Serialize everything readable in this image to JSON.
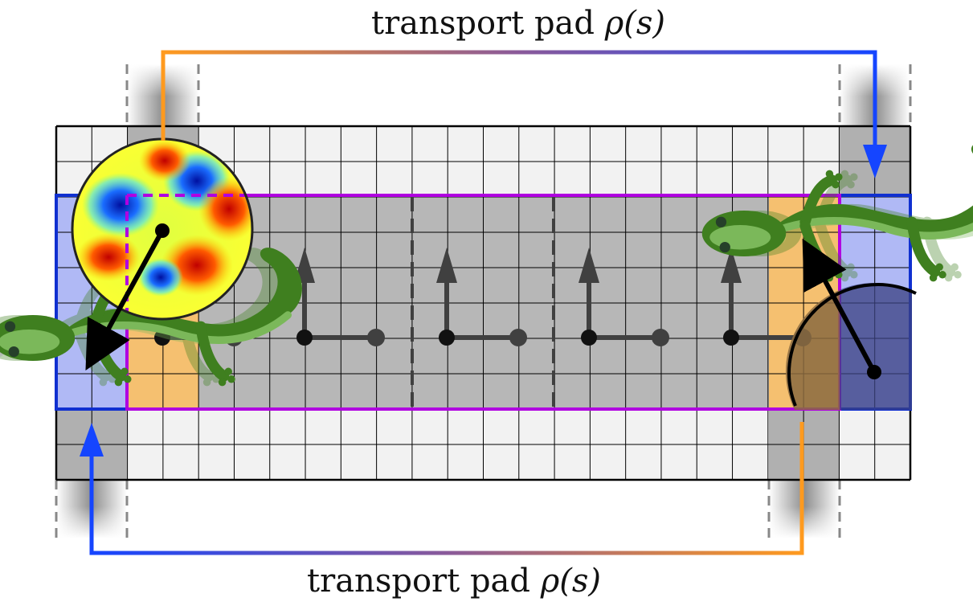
{
  "labels": {
    "top_caption_text": "transport pad ",
    "top_caption_sym": "ρ(s)",
    "bottom_caption_text": "transport pad ",
    "bottom_caption_sym": "ρ(s)"
  },
  "grid": {
    "columns": 24,
    "rows": 10
  },
  "colors": {
    "grid_fill": "#f2f2f2",
    "grid_line": "#000000",
    "domain_fill": "#b7b7b7",
    "domain_border": "#b000e0",
    "halo_fill": "#f5c070",
    "pad_fill": "#a9b3f5",
    "pad_border": "#1030d0",
    "arrow_orange": "#ff9a1e",
    "arrow_blue": "#1545ff",
    "vector_gray": "#404040",
    "gecko_green": "#3f7f1f",
    "gecko_green_light": "#7bb85a"
  },
  "icons": {
    "left_circle": "field-map-circle",
    "right_circle": "shaded-circle",
    "creature": "gecko"
  },
  "stencils": 5,
  "domain_dividers": 2
}
